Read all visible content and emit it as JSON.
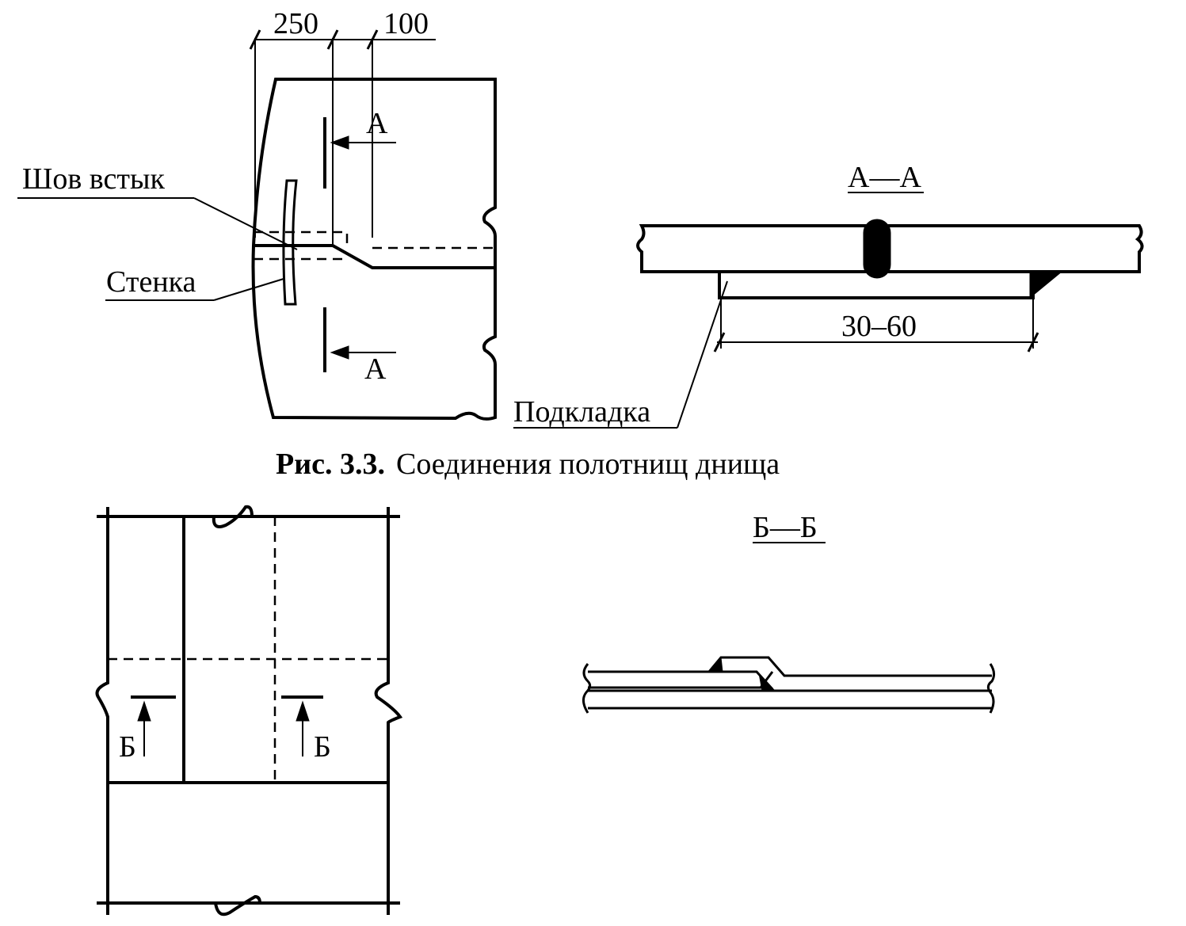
{
  "figure": {
    "caption_number": "Рис. 3.3.",
    "caption_title": "Соединения полотнищ днища"
  },
  "plan_a": {
    "dim_250": "250",
    "dim_100": "100",
    "section_mark_top": "А",
    "section_mark_bottom": "А",
    "callout_seam": "Шов встык",
    "callout_wall": "Стенка"
  },
  "section_aa": {
    "title": "А—А",
    "dim_backing": "30–60",
    "callout_backing": "Подкладка"
  },
  "plan_b": {
    "section_mark_left": "Б",
    "section_mark_right": "Б"
  },
  "section_bb": {
    "title": "Б—Б"
  },
  "colors": {
    "ink": "#000000",
    "paper": "#ffffff"
  }
}
